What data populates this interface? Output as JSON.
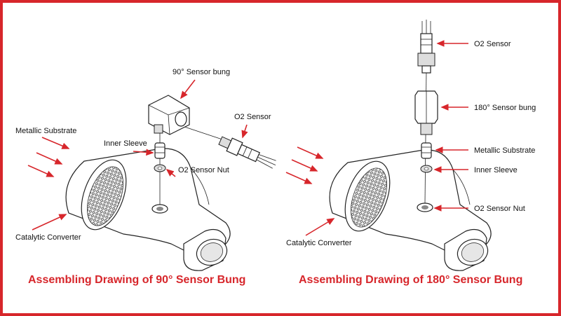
{
  "colors": {
    "accent": "#d7262b",
    "ink": "#111111",
    "background": "#ffffff"
  },
  "left": {
    "title": "Assembling Drawing of 90° Sensor Bung",
    "labels": {
      "bung": "90° Sensor bung",
      "o2_sensor": "O2 Sensor",
      "metallic_substrate": "Metallic Substrate",
      "inner_sleeve": "Inner Sleeve",
      "o2_sensor_nut": "O2 Sensor Nut",
      "catalytic_converter": "Catalytic Converter"
    }
  },
  "right": {
    "title": "Assembling Drawing of 180° Sensor Bung",
    "labels": {
      "o2_sensor": "O2 Sensor",
      "bung": "180° Sensor bung",
      "metallic_substrate": "Metallic Substrate",
      "inner_sleeve": "Inner Sleeve",
      "o2_sensor_nut": "O2 Sensor Nut",
      "catalytic_converter": "Catalytic Converter"
    }
  }
}
